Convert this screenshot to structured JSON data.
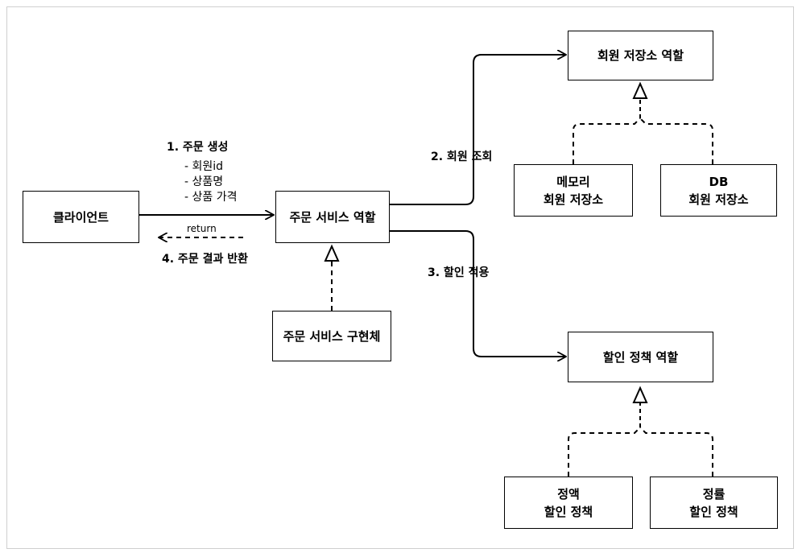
{
  "nodes": {
    "client": "클라이언트",
    "order_service_role": "주문 서비스 역할",
    "order_service_impl": "주문 서비스 구현체",
    "member_repo_role": "회원 저장소 역할",
    "memory_repo": [
      "메모리",
      "회원 저장소"
    ],
    "db_repo": [
      "DB",
      "회원 저장소"
    ],
    "discount_policy_role": "할인 정책 역할",
    "fixed_discount": [
      "정액",
      "할인 정책"
    ],
    "rate_discount": [
      "정률",
      "할인 정책"
    ]
  },
  "edges": {
    "create_order": {
      "title": "1. 주문 생성",
      "params": [
        "- 회원id",
        "- 상품명",
        "- 상품 가격"
      ]
    },
    "return_label": "return",
    "return_result": "4. 주문 결과 반환",
    "lookup_member": "2. 회원 조회",
    "apply_discount": "3. 할인 적용"
  }
}
